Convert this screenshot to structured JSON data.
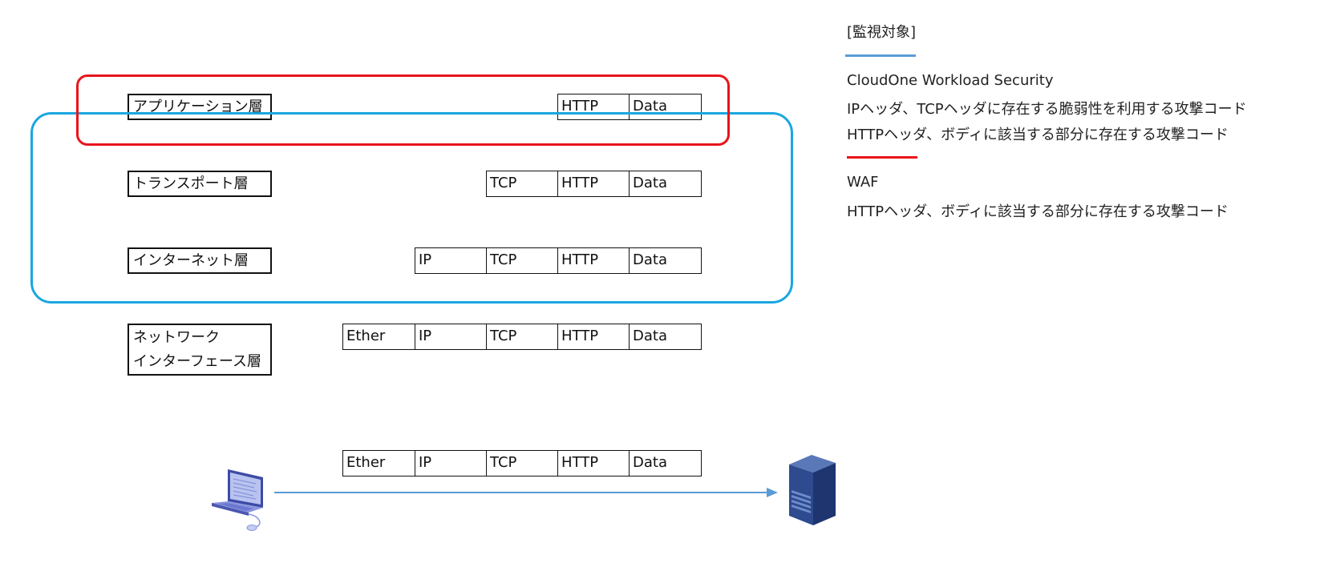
{
  "layers": [
    {
      "id": "app",
      "lines": [
        "アプリケーション層"
      ]
    },
    {
      "id": "transport",
      "lines": [
        "トランスポート層"
      ]
    },
    {
      "id": "internet",
      "lines": [
        "インターネット層"
      ]
    },
    {
      "id": "netif",
      "lines": [
        "ネットワーク",
        "インターフェース層"
      ]
    }
  ],
  "packets": {
    "app": [
      "HTTP",
      "Data"
    ],
    "transport": [
      "TCP",
      "HTTP",
      "Data"
    ],
    "internet": [
      "IP",
      "TCP",
      "HTTP",
      "Data"
    ],
    "netif": [
      "Ether",
      "IP",
      "TCP",
      "HTTP",
      "Data"
    ],
    "wire": [
      "Ether",
      "IP",
      "TCP",
      "HTTP",
      "Data"
    ]
  },
  "legend": {
    "title": "[監視対象]",
    "cloudone": {
      "color": "#5b9bd5",
      "name": "CloudOne Workload Security",
      "lines": [
        "IPヘッダ、TCPヘッダに存在する脆弱性を利用する攻撃コード",
        "HTTPヘッダ、ボディに該当する部分に存在する攻撃コード"
      ]
    },
    "waf": {
      "color": "#e8141b",
      "name": "WAF",
      "lines": [
        "HTTPヘッダ、ボディに該当する部分に存在する攻撃コード"
      ]
    }
  },
  "zones": {
    "waf_color": "#e8141b",
    "cloudone_color": "#1aa7e0"
  },
  "icons": {
    "client": "laptop-icon",
    "server": "server-icon"
  }
}
